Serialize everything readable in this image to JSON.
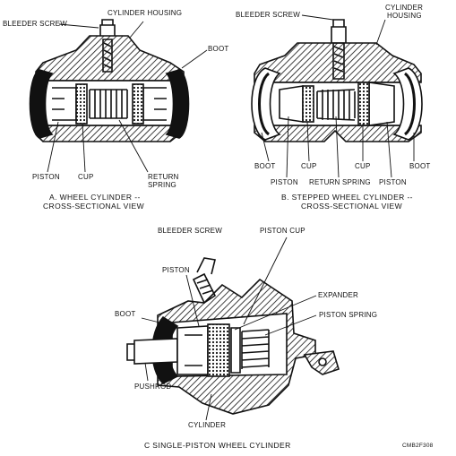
{
  "figure": {
    "code": "CMB2F308",
    "panels": [
      {
        "id": "a",
        "caption_line1": "A. WHEEL CYLINDER --",
        "caption_line2": "CROSS-SECTIONAL VIEW",
        "labels": {
          "bleeder_screw": "BLEEDER SCREW",
          "cylinder_housing": "CYLINDER HOUSING",
          "boot": "BOOT",
          "piston": "PISTON",
          "cup": "CUP",
          "return_spring_1": "RETURN",
          "return_spring_2": "SPRING"
        }
      },
      {
        "id": "b",
        "caption_line1": "B. STEPPED WHEEL CYLINDER --",
        "caption_line2": "CROSS-SECTIONAL VIEW",
        "labels": {
          "bleeder_screw": "BLEEDER SCREW",
          "cylinder_housing_1": "CYLINDER",
          "cylinder_housing_2": "HOUSING",
          "boot_left": "BOOT",
          "boot_right": "BOOT",
          "piston_left": "PISTON",
          "piston_right": "PISTON",
          "cup_left": "CUP",
          "cup_right": "CUP",
          "return_spring": "RETURN SPRING"
        }
      },
      {
        "id": "c",
        "caption_line1": "C  SINGLE-PISTON WHEEL CYLINDER",
        "labels": {
          "bleeder_screw": "BLEEDER SCREW",
          "piston_cup": "PISTON CUP",
          "piston": "PISTON",
          "expander": "EXPANDER",
          "boot": "BOOT",
          "piston_spring": "PISTON SPRING",
          "pushrod": "PUSHROD",
          "cylinder": "CYLINDER"
        }
      }
    ]
  }
}
